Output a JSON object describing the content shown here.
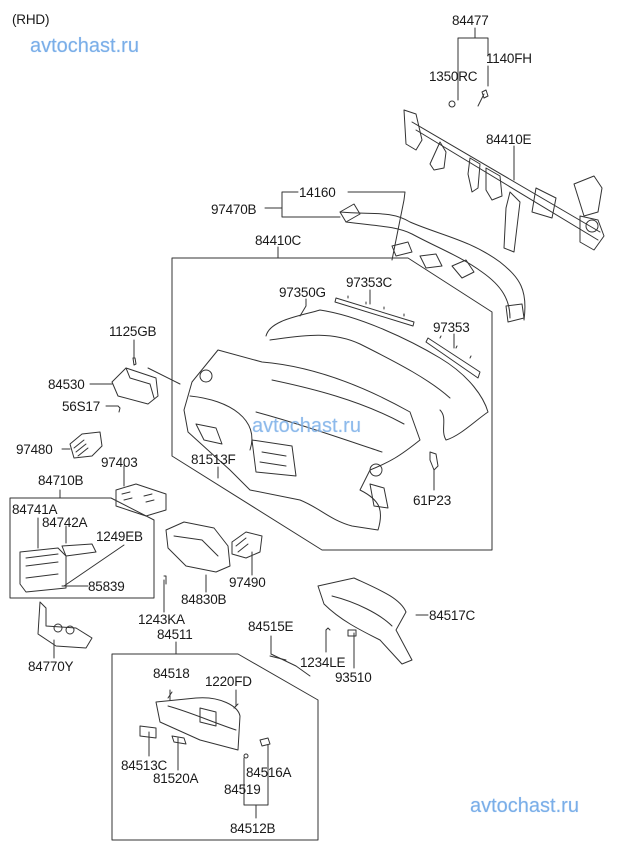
{
  "diagram": {
    "title": "(RHD)",
    "watermark": "avtochast.ru",
    "watermark_color": "#7aaee8",
    "line_color": "#333333"
  },
  "parts": [
    {
      "id": "84477",
      "label": "84477"
    },
    {
      "id": "1140FH",
      "label": "1140FH"
    },
    {
      "id": "1350RC",
      "label": "1350RC"
    },
    {
      "id": "84410E",
      "label": "84410E"
    },
    {
      "id": "14160",
      "label": "14160"
    },
    {
      "id": "97470B",
      "label": "97470B"
    },
    {
      "id": "84410C",
      "label": "84410C"
    },
    {
      "id": "97350G",
      "label": "97350G"
    },
    {
      "id": "97353C",
      "label": "97353C"
    },
    {
      "id": "97353",
      "label": "97353"
    },
    {
      "id": "1125GB",
      "label": "1125GB"
    },
    {
      "id": "84530",
      "label": "84530"
    },
    {
      "id": "56S17",
      "label": "56S17"
    },
    {
      "id": "97480",
      "label": "97480"
    },
    {
      "id": "97403",
      "label": "97403"
    },
    {
      "id": "84710B",
      "label": "84710B"
    },
    {
      "id": "84741A",
      "label": "84741A"
    },
    {
      "id": "84742A",
      "label": "84742A"
    },
    {
      "id": "1249EB",
      "label": "1249EB"
    },
    {
      "id": "85839",
      "label": "85839"
    },
    {
      "id": "81513F",
      "label": "81513F"
    },
    {
      "id": "61P23",
      "label": "61P23"
    },
    {
      "id": "97490",
      "label": "97490"
    },
    {
      "id": "84830B",
      "label": "84830B"
    },
    {
      "id": "1243KA",
      "label": "1243KA"
    },
    {
      "id": "84770Y",
      "label": "84770Y"
    },
    {
      "id": "84511",
      "label": "84511"
    },
    {
      "id": "84515E",
      "label": "84515E"
    },
    {
      "id": "84517C",
      "label": "84517C"
    },
    {
      "id": "1234LE",
      "label": "1234LE"
    },
    {
      "id": "93510",
      "label": "93510"
    },
    {
      "id": "84518",
      "label": "84518"
    },
    {
      "id": "1220FD",
      "label": "1220FD"
    },
    {
      "id": "84513C",
      "label": "84513C"
    },
    {
      "id": "81520A",
      "label": "81520A"
    },
    {
      "id": "84516A",
      "label": "84516A"
    },
    {
      "id": "84519",
      "label": "84519"
    },
    {
      "id": "84512B",
      "label": "84512B"
    }
  ]
}
